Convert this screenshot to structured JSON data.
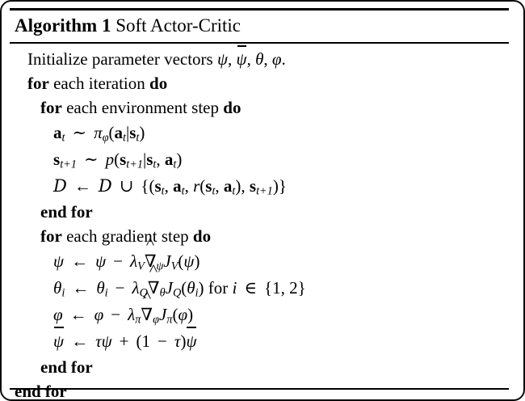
{
  "document": {
    "type": "algorithm-pseudocode-block",
    "title_keyword": "Algorithm 1",
    "title_name": "Soft Actor-Critic",
    "background_color": "#ffffff",
    "text_color": "#000000",
    "rules": [
      "top-thick",
      "under-title-thin",
      "bottom-thin"
    ]
  },
  "lines": [
    {
      "id": "line-1",
      "indent": 1,
      "kind": "text",
      "text": "Initialize parameter vectors ψ, ψ̄, θ, φ.",
      "plain_prefix": "Initialize parameter vectors",
      "math_tail": "ψ, ψ̄, θ, φ."
    },
    {
      "id": "line-2",
      "indent": 1,
      "kind": "keyword-text",
      "text": "for each iteration do",
      "keywords": [
        "for",
        "do"
      ],
      "middle": "each iteration"
    },
    {
      "id": "line-3",
      "indent": 2,
      "kind": "keyword-text",
      "text": "for each environment step do",
      "keywords": [
        "for",
        "do"
      ],
      "middle": "each environment step"
    },
    {
      "id": "line-4",
      "indent": 3,
      "kind": "math",
      "text": "a_t ~ π_φ(a_t|s_t)"
    },
    {
      "id": "line-5",
      "indent": 3,
      "kind": "math",
      "text": "s_{t+1} ~ p(s_{t+1}|s_t, a_t)"
    },
    {
      "id": "line-6",
      "indent": 3,
      "kind": "math",
      "text": "D ← D ∪ {(s_t, a_t, r(s_t, a_t), s_{t+1})}"
    },
    {
      "id": "line-7",
      "indent": 2,
      "kind": "keyword",
      "text": "end for"
    },
    {
      "id": "line-8",
      "indent": 2,
      "kind": "keyword-text",
      "text": "for each gradient step do",
      "keywords": [
        "for",
        "do"
      ],
      "middle": "each gradient step"
    },
    {
      "id": "line-9",
      "indent": 3,
      "kind": "math",
      "text": "ψ ← ψ − λ_V ∇̂_ψ J_V(ψ)"
    },
    {
      "id": "line-10",
      "indent": 3,
      "kind": "math",
      "text": "θ_i ← θ_i − λ_Q ∇̂_{θ_i} J_Q(θ_i) for i ∈ {1, 2}"
    },
    {
      "id": "line-11",
      "indent": 3,
      "kind": "math",
      "text": "φ ← φ − λ_π ∇̂_φ J_π(φ)"
    },
    {
      "id": "line-12",
      "indent": 3,
      "kind": "math",
      "text": "ψ̄ ← τψ + (1 − τ)ψ̄"
    },
    {
      "id": "line-13",
      "indent": 2,
      "kind": "keyword",
      "text": "end for"
    },
    {
      "id": "line-14",
      "indent": 1,
      "kind": "keyword",
      "text": "end for"
    }
  ],
  "tokens": {
    "for": "for",
    "do": "do",
    "end_for": "end for",
    "init_prefix": "Initialize parameter vectors",
    "each_iteration": "each iteration",
    "each_environment_step": "each environment step",
    "each_gradient_step": "each gradient step",
    "for_lower": "for",
    "psi": "ψ",
    "theta": "θ",
    "phi": "φ",
    "tau": "τ",
    "lambda": "λ",
    "pi": "π",
    "nabla": "∇",
    "sim": "∼",
    "gets": "←",
    "cup": "∪",
    "in": "∈",
    "minus": "−",
    "plus": "+",
    "comma": ",",
    "period": ".",
    "mid": "|",
    "lparen": "(",
    "rparen": ")",
    "lbrace": "{",
    "rbrace": "}",
    "D": "D",
    "J": "J",
    "V": "V",
    "Q": "Q",
    "a": "a",
    "s": "s",
    "t": "t",
    "i": "i",
    "r": "r",
    "p": "p",
    "one": "1",
    "two": "2",
    "t_plus_1": "t+1"
  }
}
